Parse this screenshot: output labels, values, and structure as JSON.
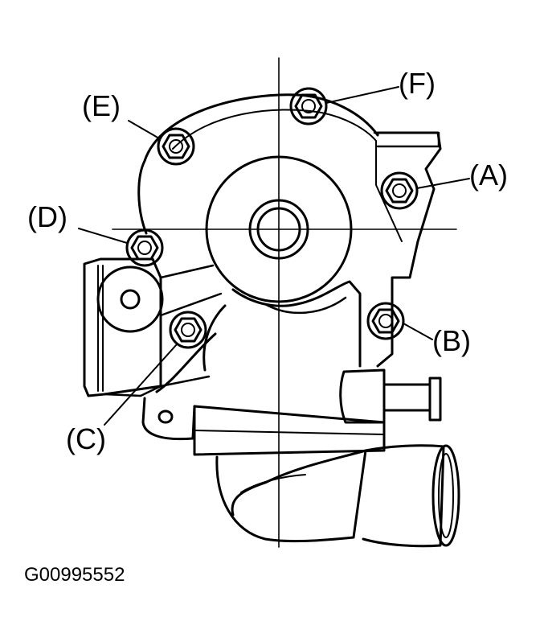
{
  "labels": {
    "a": "(A)",
    "b": "(B)",
    "c": "(C)",
    "d": "(D)",
    "e": "(E)",
    "f": "(F)"
  },
  "figure_id": "G00995552",
  "colors": {
    "ink": "#000000",
    "background": "#ffffff"
  }
}
